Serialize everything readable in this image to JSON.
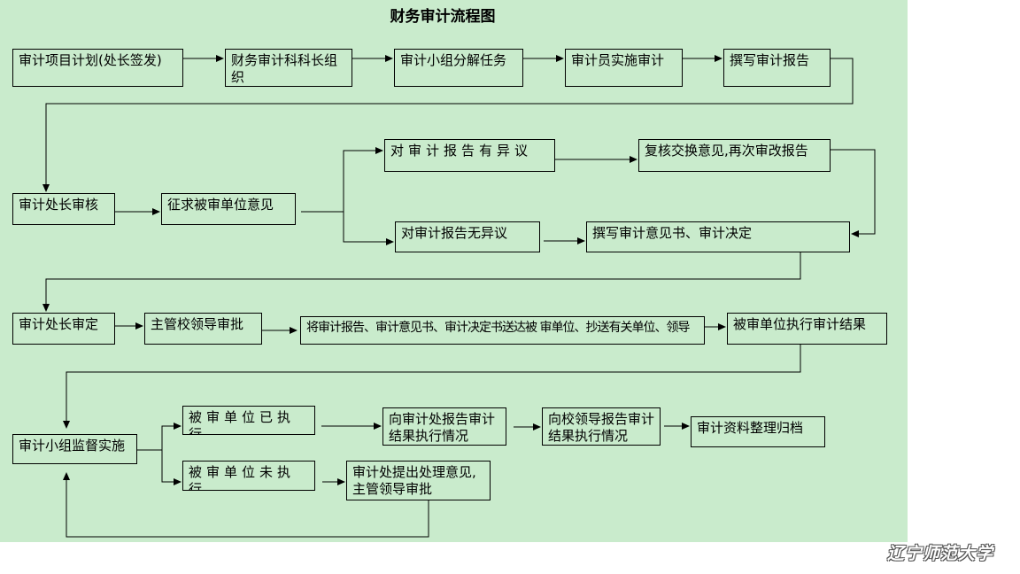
{
  "title": "财务审计流程图",
  "steps": {
    "audit_plan": "审计项目计划(处长签发)",
    "section_chief_org": "财务审计科科长组织",
    "team_split_tasks": "审计小组分解任务",
    "auditor_implement": "审计员实施审计",
    "write_report": "撰写审计报告",
    "director_review": "审计处长审核",
    "seek_opinion": "征求被审单位意见",
    "objection": "对审计报告有异议",
    "recheck_revise": "复核交换意见,再次审改报告",
    "no_objection": "对审计报告无异议",
    "write_opinion_decision": "撰写审计意见书、审计决定",
    "director_approve": "审计处长审定",
    "leader_approve": "主管校领导审批",
    "send_documents": "将审计报告、审计意见书、审计决定书送达被 审单位、抄送有关单位、领导",
    "auditee_execute": "被审单位执行审计结果",
    "team_supervise": "审计小组监督实施",
    "executed": "被审单位已执行",
    "report_to_office": "向审计处报告审计结果执行情况",
    "report_to_leader": "向校领导报告审计结果执行情况",
    "archive": "审计资料整理归档",
    "not_executed": "被审单位未执行",
    "propose_handling": "审计处提出处理意见,主管领导审批"
  },
  "watermark": "辽宁师范大学",
  "colors": {
    "background": "#c9ebcc",
    "line": "#000000"
  }
}
